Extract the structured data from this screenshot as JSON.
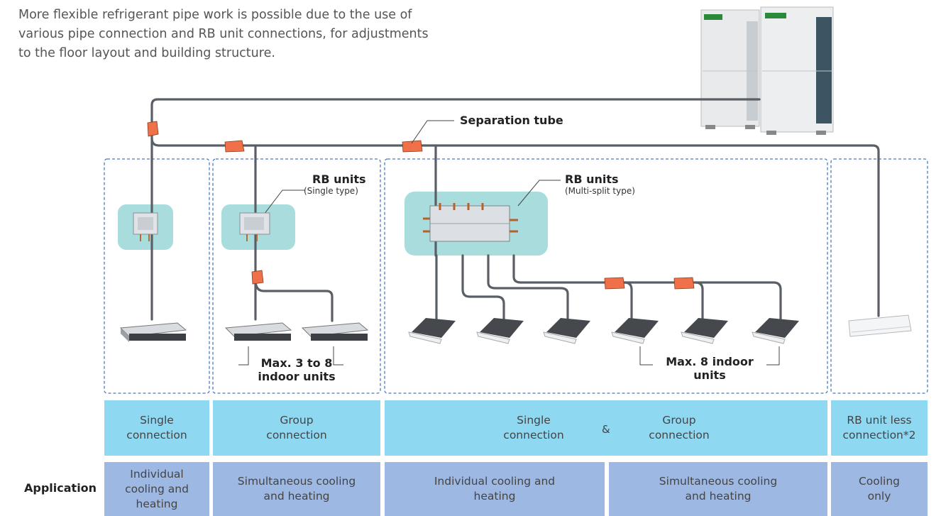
{
  "intro": "More flexible refrigerant pipe work is possible due to the use of various pipe connection and RB unit connections, for adjustments to the floor layout and building structure.",
  "labels": {
    "separation_tube": "Separation tube",
    "rb_single_title": "RB units",
    "rb_single_sub": "(Single type)",
    "rb_multi_title": "RB units",
    "rb_multi_sub": "(Multi-split type)",
    "max_group": "Max. 3 to 8 indoor units",
    "max_multi": "Max. 8 indoor units"
  },
  "connection_row": {
    "single": "Single connection",
    "group": "Group connection",
    "mixed_single": "Single connection",
    "amp": "&",
    "mixed_group": "Group connection",
    "rb_less": "RB unit less connection*2"
  },
  "application_row": {
    "label": "Application",
    "col1": "Individual cooling and heating",
    "col2": "Simultaneous cooling and heating",
    "col3": "Individual cooling and heating",
    "col4": "Simultaneous cooling and heating",
    "col5": "Cooling only"
  },
  "colors": {
    "pipe": "#5a5f66",
    "separation_tube": "#f0704a",
    "rb_bg": "#a9dcdc",
    "connection_bg": "#8fd8f2",
    "application_bg": "#9db8e3",
    "dashed_border": "#4a7bbf"
  }
}
